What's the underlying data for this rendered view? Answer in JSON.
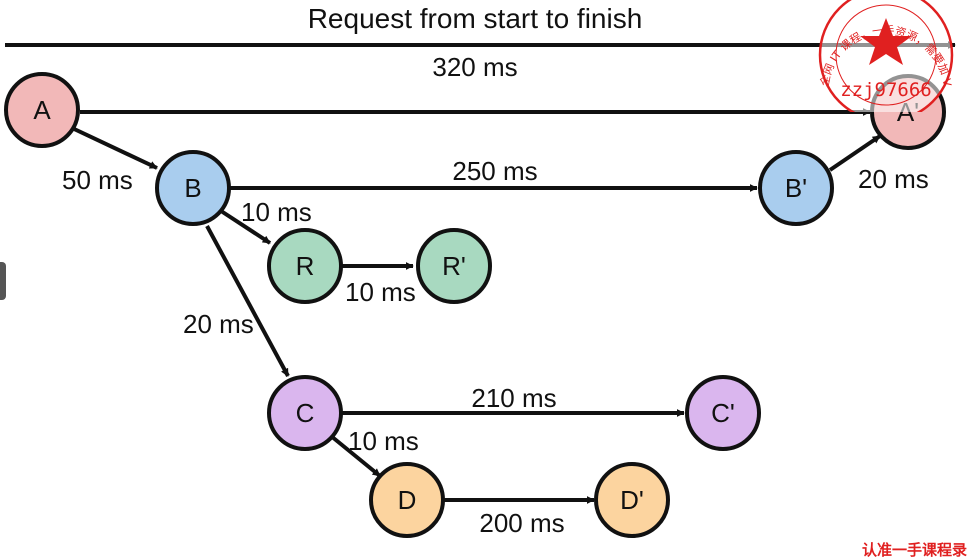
{
  "diagram": {
    "title": "Request from start to finish",
    "total_duration": "320 ms",
    "nodes": [
      {
        "id": "A",
        "label": "A",
        "color": "#f2b8b8"
      },
      {
        "id": "A2",
        "label": "A'",
        "color": "#f2b8b8"
      },
      {
        "id": "B",
        "label": "B",
        "color": "#a9cdee"
      },
      {
        "id": "B2",
        "label": "B'",
        "color": "#a9cdee"
      },
      {
        "id": "R",
        "label": "R",
        "color": "#a8d9c0"
      },
      {
        "id": "R2",
        "label": "R'",
        "color": "#a8d9c0"
      },
      {
        "id": "C",
        "label": "C",
        "color": "#dab6ee"
      },
      {
        "id": "C2",
        "label": "C'",
        "color": "#dab6ee"
      },
      {
        "id": "D",
        "label": "D",
        "color": "#fcd49f"
      },
      {
        "id": "D2",
        "label": "D'",
        "color": "#fcd49f"
      }
    ],
    "edges": [
      {
        "from": "A",
        "to": "A2",
        "label": ""
      },
      {
        "from": "A",
        "to": "B",
        "label": "50 ms"
      },
      {
        "from": "B",
        "to": "B2",
        "label": "250 ms"
      },
      {
        "from": "B2",
        "to": "A2",
        "label": "20 ms"
      },
      {
        "from": "B",
        "to": "R",
        "label": "10 ms"
      },
      {
        "from": "R",
        "to": "R2",
        "label": "10 ms"
      },
      {
        "from": "B",
        "to": "C",
        "label": "20 ms"
      },
      {
        "from": "C",
        "to": "C2",
        "label": "210 ms"
      },
      {
        "from": "C",
        "to": "D",
        "label": "10 ms"
      },
      {
        "from": "D",
        "to": "D2",
        "label": "200 ms"
      }
    ]
  },
  "watermark": {
    "stamp_text": "全网 IT 课程，一手资源，需要加 V",
    "stamp_id": "zzj97666",
    "color": "#e02020",
    "bottom_text": "认准一手课程录"
  }
}
